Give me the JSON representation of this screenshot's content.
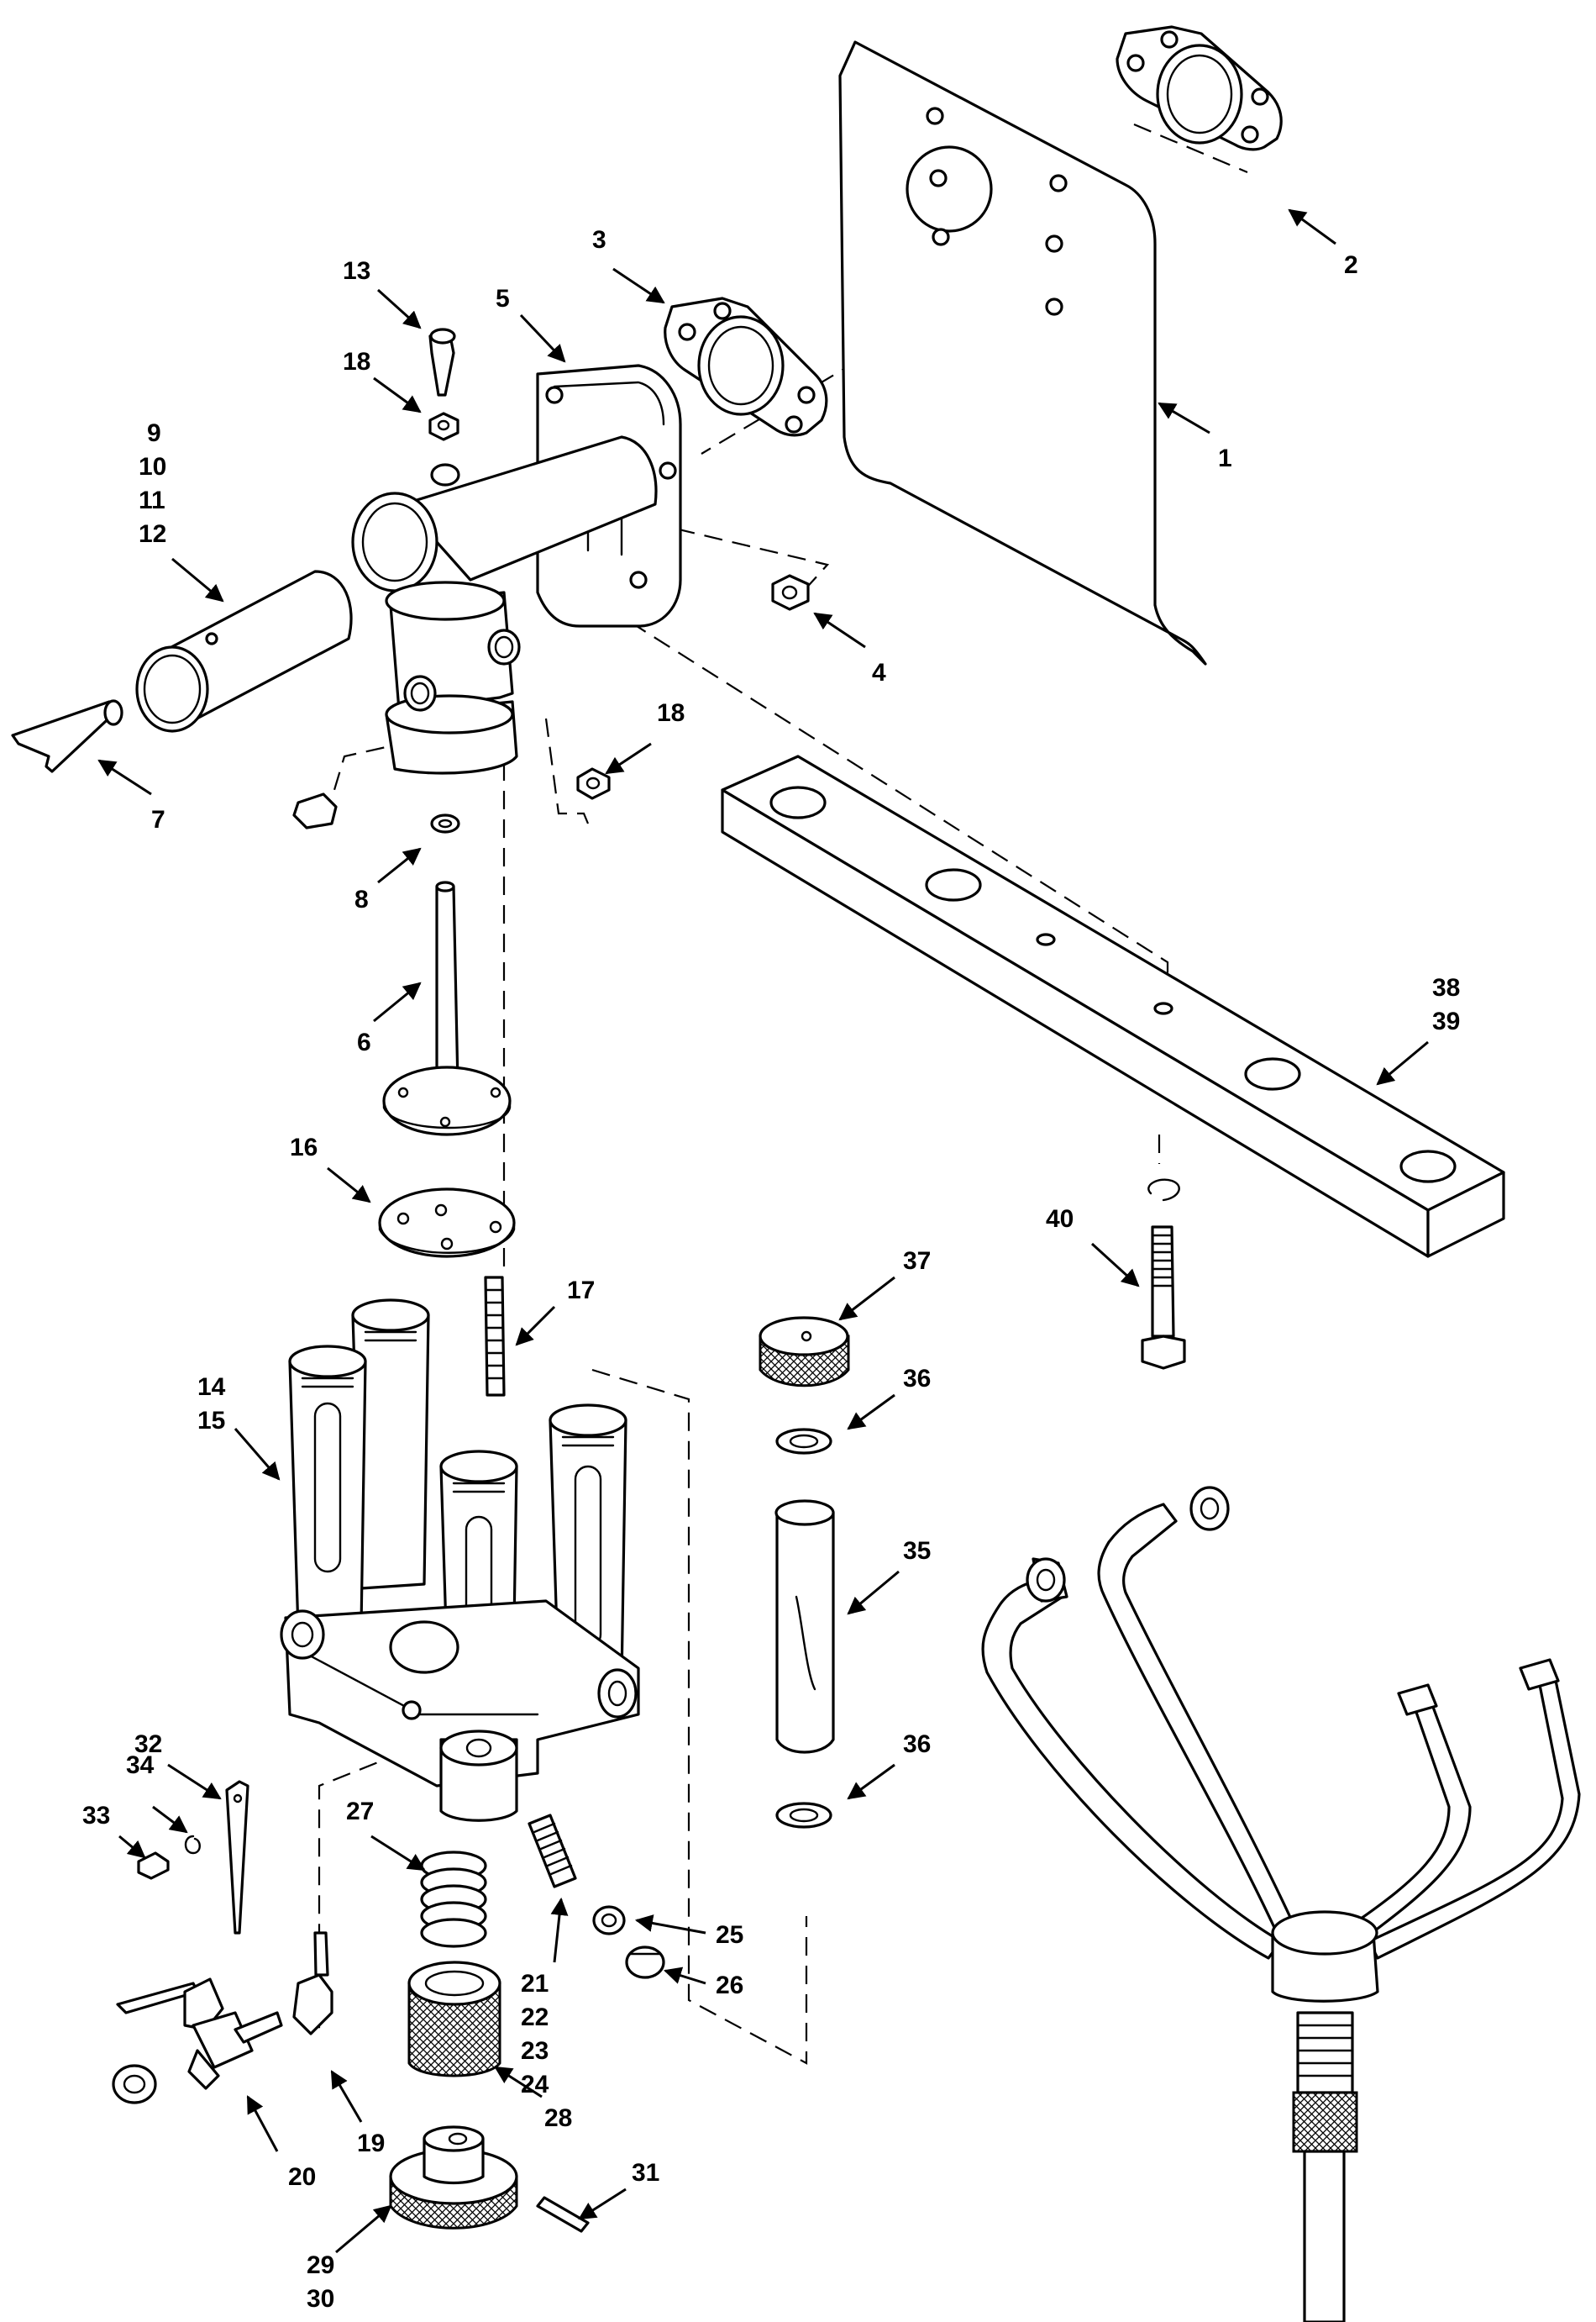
{
  "callouts": [
    {
      "id": "c1",
      "lines": [
        "1"
      ]
    },
    {
      "id": "c2",
      "lines": [
        "2"
      ]
    },
    {
      "id": "c3",
      "lines": [
        "3"
      ]
    },
    {
      "id": "c4",
      "lines": [
        "4"
      ]
    },
    {
      "id": "c5",
      "lines": [
        "5"
      ]
    },
    {
      "id": "c6",
      "lines": [
        "6"
      ]
    },
    {
      "id": "c7",
      "lines": [
        "7"
      ]
    },
    {
      "id": "c8",
      "lines": [
        "8"
      ]
    },
    {
      "id": "c9",
      "lines": [
        "9",
        "10",
        "11",
        "12"
      ]
    },
    {
      "id": "c13",
      "lines": [
        "13"
      ]
    },
    {
      "id": "c14",
      "lines": [
        "14",
        "15"
      ]
    },
    {
      "id": "c16",
      "lines": [
        "16"
      ]
    },
    {
      "id": "c17",
      "lines": [
        "17"
      ]
    },
    {
      "id": "c18a",
      "lines": [
        "18"
      ]
    },
    {
      "id": "c18b",
      "lines": [
        "18"
      ]
    },
    {
      "id": "c19",
      "lines": [
        "19"
      ]
    },
    {
      "id": "c20",
      "lines": [
        "20"
      ]
    },
    {
      "id": "c21",
      "lines": [
        "21",
        "22",
        "23",
        "24"
      ]
    },
    {
      "id": "c25",
      "lines": [
        "25"
      ]
    },
    {
      "id": "c26",
      "lines": [
        "26"
      ]
    },
    {
      "id": "c27",
      "lines": [
        "27"
      ]
    },
    {
      "id": "c28",
      "lines": [
        "28"
      ]
    },
    {
      "id": "c29",
      "lines": [
        "29",
        "30"
      ]
    },
    {
      "id": "c31",
      "lines": [
        "31"
      ]
    },
    {
      "id": "c32",
      "lines": [
        "32"
      ]
    },
    {
      "id": "c33",
      "lines": [
        "33"
      ]
    },
    {
      "id": "c34",
      "lines": [
        "34"
      ]
    },
    {
      "id": "c35",
      "lines": [
        "35"
      ]
    },
    {
      "id": "c36a",
      "lines": [
        "36"
      ]
    },
    {
      "id": "c36b",
      "lines": [
        "36"
      ]
    },
    {
      "id": "c37",
      "lines": [
        "37"
      ]
    },
    {
      "id": "c38",
      "lines": [
        "38",
        "39"
      ]
    },
    {
      "id": "c40",
      "lines": [
        "40"
      ]
    }
  ]
}
